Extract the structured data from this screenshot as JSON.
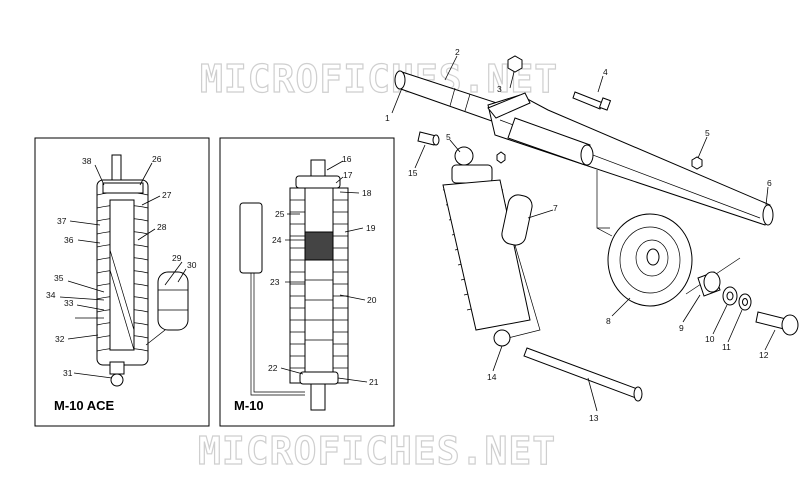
{
  "watermarks": [
    "MICROFICHES.NET",
    "MICROFICHES.NET"
  ],
  "panels": [
    {
      "id": "ace",
      "title": "M-10 ACE"
    },
    {
      "id": "m10",
      "title": "M-10"
    }
  ],
  "callouts": {
    "c1": "1",
    "c2": "2",
    "c3": "3",
    "c4": "4",
    "c5a": "5",
    "c5b": "5",
    "c6": "6",
    "c7": "7",
    "c8": "8",
    "c9": "9",
    "c10": "10",
    "c11": "11",
    "c12": "12",
    "c13": "13",
    "c14": "14",
    "c15": "15",
    "c16": "16",
    "c17": "17",
    "c18": "18",
    "c19": "19",
    "c20": "20",
    "c21": "21",
    "c22": "22",
    "c23": "23",
    "c24": "24",
    "c25": "25",
    "c26": "26",
    "c27": "27",
    "c28": "28",
    "c29": "29",
    "c30": "30",
    "c31": "31",
    "c32": "32",
    "c33": "33",
    "c34": "34",
    "c35": "35",
    "c36": "36",
    "c37": "37",
    "c38": "38"
  }
}
